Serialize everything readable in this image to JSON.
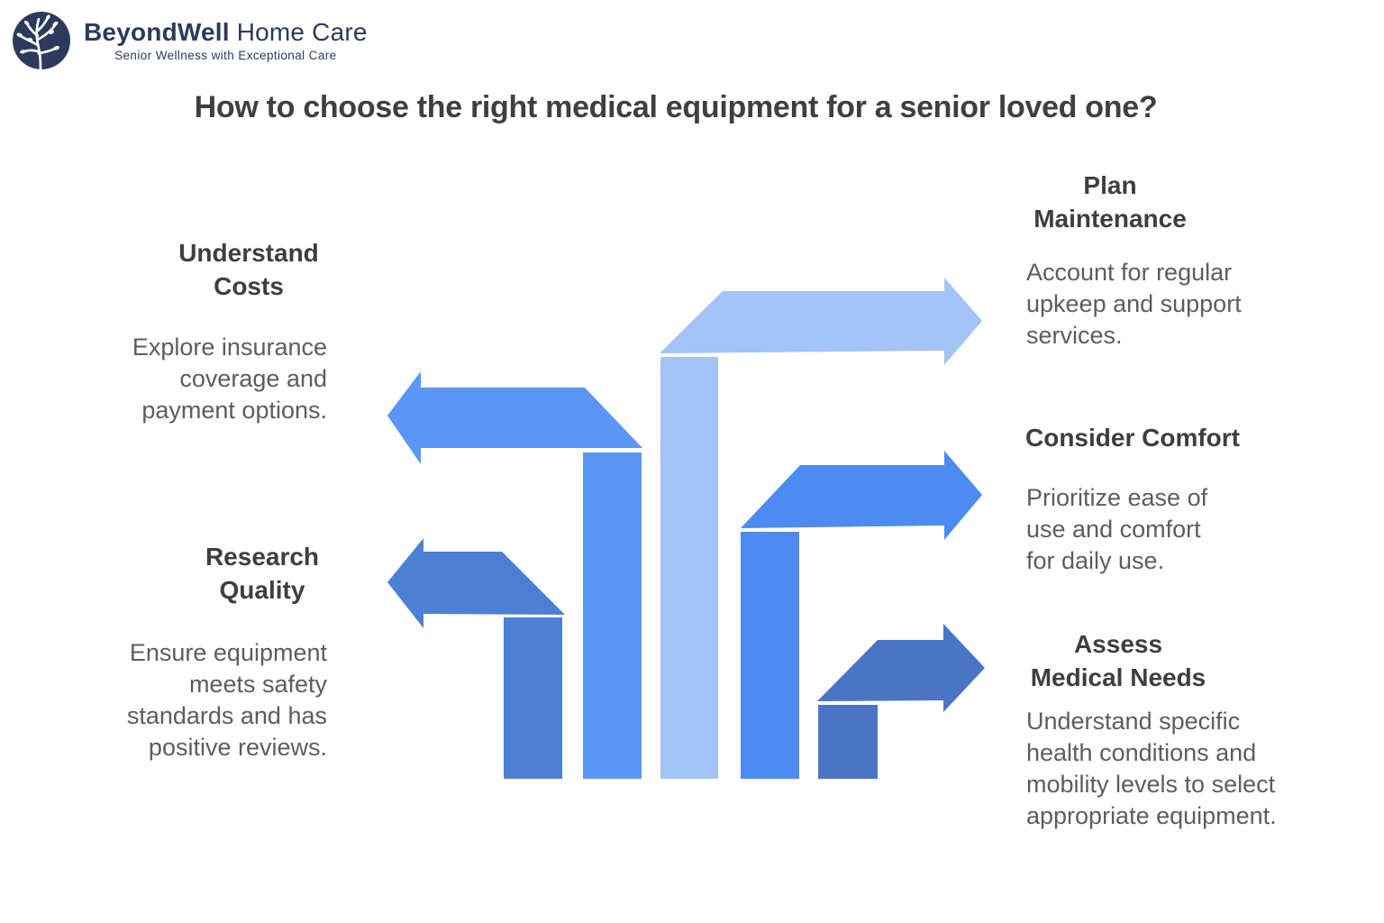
{
  "logo": {
    "brand_bold": "BeyondWell",
    "brand_regular": " Home Care",
    "tagline": "Senior Wellness with Exceptional Care",
    "navy": "#2c3a5c"
  },
  "title": "How to choose the right medical equipment for a senior loved one?",
  "steps": [
    {
      "id": "understand-costs",
      "heading": "Understand\nCosts",
      "body": "Explore insurance\ncoverage and\npayment options.",
      "color": "#5b95f6",
      "side": "left",
      "arrow_direction": "left"
    },
    {
      "id": "research-quality",
      "heading": "Research\nQuality",
      "body": "Ensure equipment\nmeets safety\nstandards and has\npositive reviews.",
      "color": "#4d80d5",
      "side": "left",
      "arrow_direction": "left"
    },
    {
      "id": "plan-maintenance",
      "heading": "Plan\nMaintenance",
      "body": "Account for regular\nupkeep and support\nservices.",
      "color": "#a4c3f7",
      "side": "right",
      "arrow_direction": "right"
    },
    {
      "id": "consider-comfort",
      "heading": "Consider Comfort",
      "body": "Prioritize ease of\nuse and comfort\nfor daily use.",
      "color": "#4c8bef",
      "side": "right",
      "arrow_direction": "right"
    },
    {
      "id": "assess-medical-needs",
      "heading": "Assess\nMedical Needs",
      "body": "Understand specific\nhealth conditions and\nmobility levels to select\nappropriate equipment.",
      "color": "#4a75c5",
      "side": "right",
      "arrow_direction": "right"
    }
  ],
  "text_colors": {
    "title": "#3f3f3f",
    "heading": "#3e3e3e",
    "body": "#5a5d63"
  }
}
